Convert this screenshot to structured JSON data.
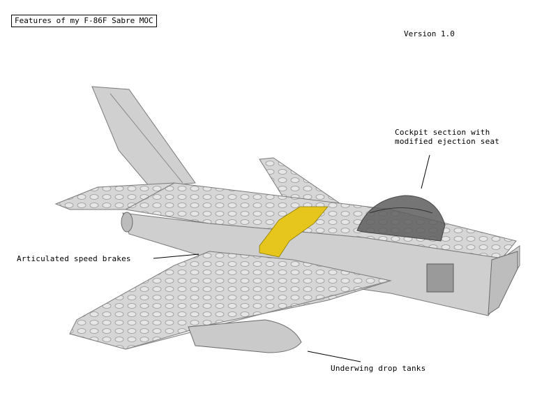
{
  "title": "Features of my F-86F Sabre MOC",
  "version": "Version 1.0",
  "annotations": {
    "cockpit": [
      "Cockpit section with",
      "modified ejection seat"
    ],
    "speed_brakes": "Articulated speed brakes",
    "drop_tanks": "Underwing drop tanks"
  },
  "colors": {
    "brick": "#d4d4d4",
    "brick_dark": "#a9a9a9",
    "highlight": "#e8c81c",
    "canopy": "#3a3a3a"
  }
}
